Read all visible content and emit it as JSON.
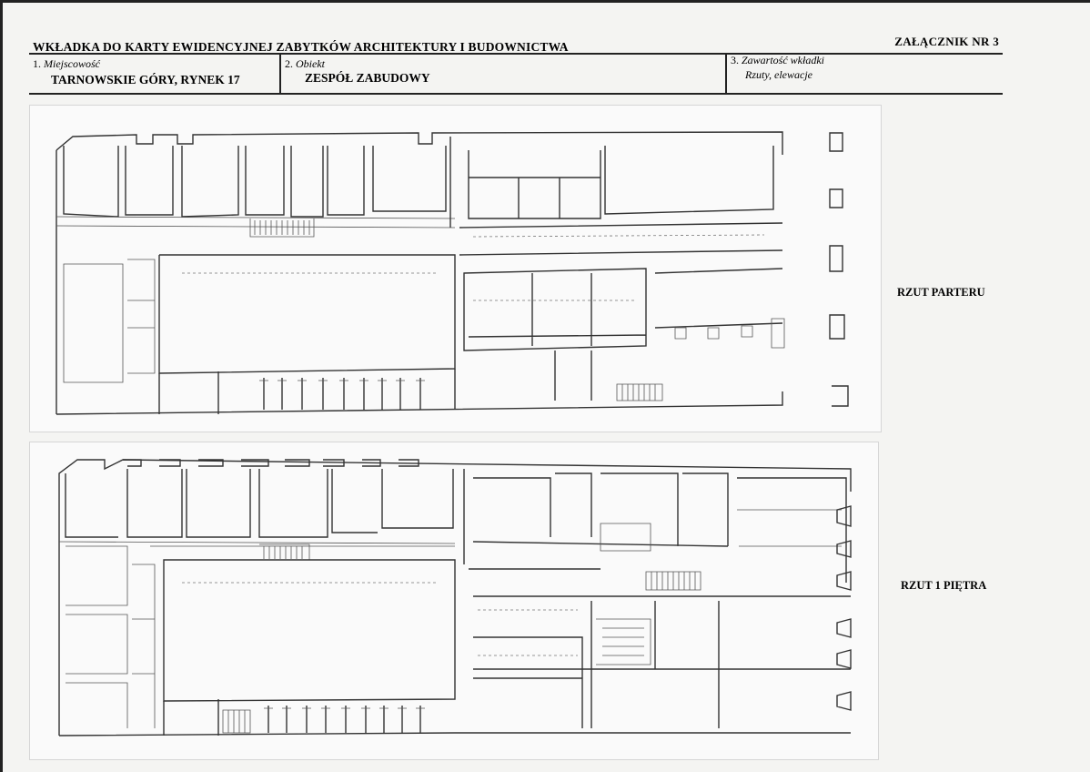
{
  "header": {
    "title": "WKŁADKA DO KARTY EWIDENCYJNEJ ZABYTKÓW ARCHITEKTURY I BUDOWNICTWA",
    "annex": "ZAŁĄCZNIK NR 3"
  },
  "fields": [
    {
      "num": "1.",
      "label": "Miejscowość",
      "value": "TARNOWSKIE GÓRY, RYNEK 17"
    },
    {
      "num": "2.",
      "label": "Obiekt",
      "value": "ZESPÓŁ ZABUDOWY"
    },
    {
      "num": "3.",
      "label": "Zawartość wkładki",
      "value": "Rzuty, elewacje"
    }
  ],
  "plans": [
    {
      "label": "RZUT PARTERU"
    },
    {
      "label": "RZUT 1 PIĘTRA"
    }
  ]
}
